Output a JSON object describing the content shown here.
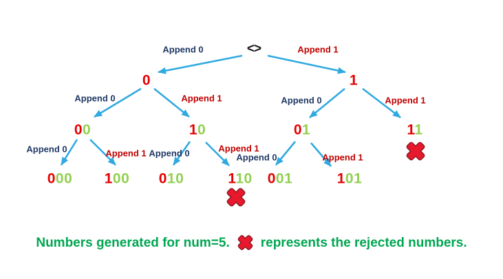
{
  "colors": {
    "arrow_blue": "#2FA9E0",
    "append0_navy": "#1F3864",
    "append1_red": "#C00000",
    "digit_red": "#E60000",
    "digit_green": "#92D050",
    "caption_green": "#00A651",
    "cross_fill": "#E8192C",
    "cross_stroke": "#8E1622",
    "root_black": "#1A1A1A"
  },
  "diagram": {
    "root_label": "<>",
    "nodes": {
      "n0": {
        "red": "0",
        "green": ""
      },
      "n1": {
        "red": "1",
        "green": ""
      },
      "n00": {
        "red": "0",
        "green": "0"
      },
      "n10": {
        "red": "1",
        "green": "0"
      },
      "n01": {
        "red": "0",
        "green": "1"
      },
      "n11": {
        "red": "1",
        "green": "1"
      },
      "n000": {
        "red": "0",
        "green": "00"
      },
      "n100": {
        "red": "1",
        "green": "00"
      },
      "n010": {
        "red": "0",
        "green": "10"
      },
      "n110": {
        "red": "1",
        "green": "10"
      },
      "n001": {
        "red": "0",
        "green": "01"
      },
      "n101": {
        "red": "1",
        "green": "01"
      }
    },
    "edge_labels": {
      "root_left": "Append 0",
      "root_right": "Append 1",
      "n0_left": "Append 0",
      "n0_right": "Append 1",
      "n1_left": "Append 0",
      "n1_right": "Append 1",
      "n00_left": "Append 0",
      "n00_right": "Append 1",
      "n10_left": "Append 0",
      "n10_right": "Append 1",
      "n01_left": "Append 0",
      "n01_right": "Append 1"
    },
    "rejected_nodes": [
      "11",
      "110"
    ]
  },
  "caption": {
    "before_icon": "Numbers generated for num=5.",
    "after_icon": "represents the rejected numbers."
  }
}
